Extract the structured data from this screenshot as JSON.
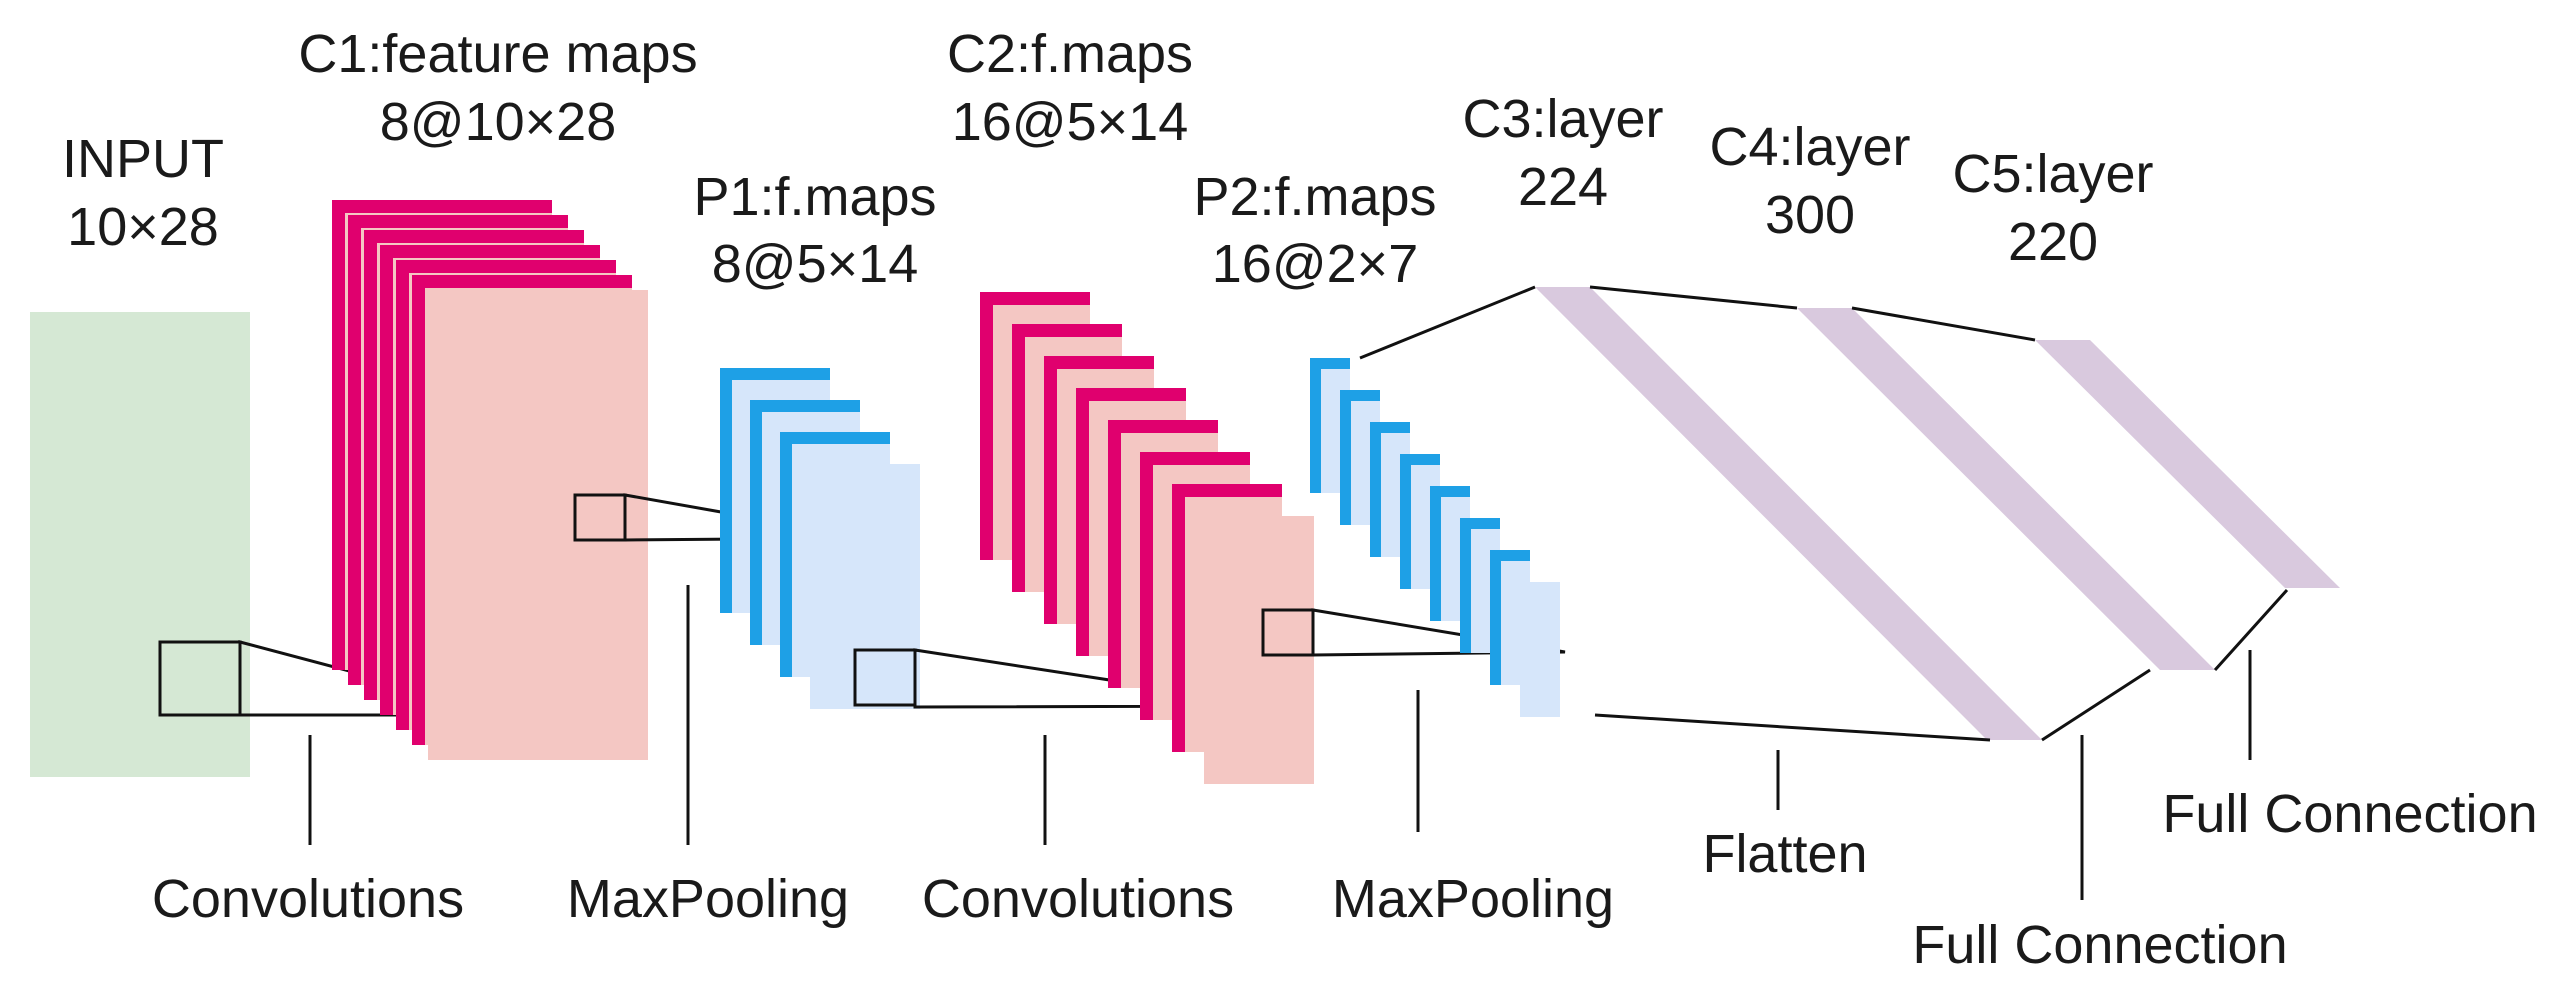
{
  "colors": {
    "input_fill": "#d5e8d4",
    "conv_fill": "#f4c7c3",
    "conv_edge": "#e0006e",
    "pool_fill": "#d6e6fa",
    "pool_edge": "#1ea0e6",
    "dense_fill": "#d9c9de",
    "line": "#111111"
  },
  "layers": {
    "input": {
      "name": "INPUT",
      "dims": "10×28"
    },
    "c1": {
      "name": "C1:feature maps",
      "dims": "8@10×28"
    },
    "p1": {
      "name": "P1:f.maps",
      "dims": "8@5×14"
    },
    "c2": {
      "name": "C2:f.maps",
      "dims": "16@5×14"
    },
    "p2": {
      "name": "P2:f.maps",
      "dims": "16@2×7"
    },
    "c3": {
      "name": "C3:layer",
      "dims": "224"
    },
    "c4": {
      "name": "C4:layer",
      "dims": "300"
    },
    "c5": {
      "name": "C5:layer",
      "dims": "220"
    }
  },
  "operations": {
    "conv1": "Convolutions",
    "pool1": "MaxPooling",
    "conv2": "Convolutions",
    "pool2": "MaxPooling",
    "flatten": "Flatten",
    "fc1": "Full Connection",
    "fc2": "Full Connection"
  }
}
